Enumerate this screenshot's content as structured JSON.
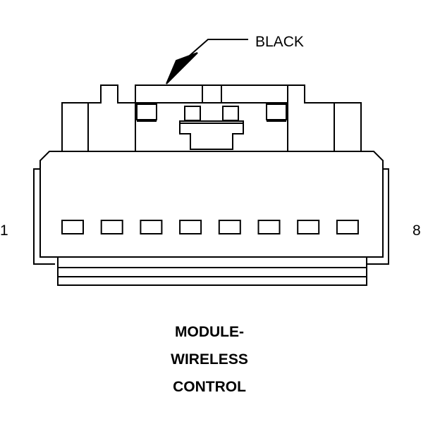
{
  "diagram": {
    "callout_label": "BLACK",
    "pin_first": "1",
    "pin_last": "8",
    "pin_count": 8,
    "caption_lines": [
      "MODULE-",
      "WIRELESS",
      "CONTROL"
    ],
    "stroke_color": "#000000",
    "background": "#ffffff"
  }
}
